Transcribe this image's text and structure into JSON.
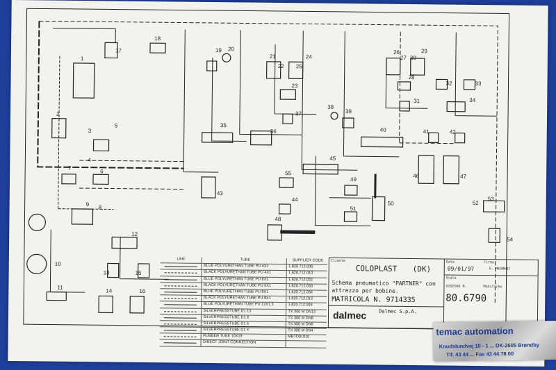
{
  "tube_table": {
    "headers": [
      "LINE",
      "TUBE",
      "SUPPLIER CODE"
    ],
    "rows": [
      {
        "tube": "BLUE POLYURETHAN TUBE PU 4X1",
        "code": "1.820.712.030"
      },
      {
        "tube": "BLACK POLYURETHAN TUBE PU 4X1",
        "code": "1.820.712.010"
      },
      {
        "tube": "BLUE POLYURETHAN TUBE PU 6X1",
        "code": "1.820.712.032"
      },
      {
        "tube": "BLACK POLYURETHAN TUBE PU 6X1",
        "code": "1.820.712.033"
      },
      {
        "tube": "BLUE POLYURETHAN TUBE PU 8X1",
        "code": "1.820.712.034"
      },
      {
        "tube": "BLACK POLYURETHAN TUBE PU 8X1",
        "code": "1.820.712.013"
      },
      {
        "tube": "BLUE POLYURETHAN TUBE PU 12X1,5",
        "code": "1.820.712.034"
      },
      {
        "tube": "SILVERPRESSTUBE D1 13",
        "code": "TX 300 M DN13"
      },
      {
        "tube": "SILVERPRESSTUBE D1 8",
        "code": "TX 300 M DN8"
      },
      {
        "tube": "SILVERPRESSTUBE D1 6",
        "code": "TX 300 M DN6"
      },
      {
        "tube": "SILVERPRESSTUBE D1 4",
        "code": "TX 300 M DN4"
      },
      {
        "tube": "RUBBER TUBE 10X19",
        "code": "MBTO01910"
      },
      {
        "tube": "DIRECT JOINT CONNECTION",
        "code": ""
      }
    ]
  },
  "title_block": {
    "cliente_label": "Cliente",
    "client": "COLOPLAST",
    "country": "(DK)",
    "description": "Schema pneumatico \"PARTNER\" con attrezzo per bobine.",
    "matricola": "MATRICOLA N. 9714335",
    "data_label": "Data",
    "date": "09/01/97",
    "firma_label": "Firma",
    "signature": "G. MAGNANI",
    "scala_label": "Scala",
    "disegno_label": "DISEGNO N.",
    "drawing_number": "80.6790",
    "modifiche_label": "Modifiche",
    "company": "Dalmec S.p.A.",
    "logo_text": "dalmec"
  },
  "sticker": {
    "brand": "temac automation",
    "address": "Knudslundvej 10 - 1 ... DK-2605 Brøndby",
    "phone": "Tlf. 43 44 ... Fax 43 44 78 00"
  },
  "component_numbers": [
    "1",
    "2",
    "3",
    "4",
    "5",
    "6",
    "7",
    "8",
    "9",
    "10",
    "11",
    "12",
    "13",
    "14",
    "15",
    "16",
    "17",
    "18",
    "19",
    "20",
    "21",
    "22",
    "23",
    "24",
    "25",
    "26",
    "27",
    "28",
    "29",
    "30",
    "31",
    "32",
    "33",
    "34",
    "35",
    "36",
    "37",
    "38",
    "39",
    "40",
    "41",
    "42",
    "43",
    "44",
    "45",
    "46",
    "47",
    "48",
    "49",
    "50",
    "51",
    "52",
    "53",
    "54",
    "55"
  ],
  "colors": {
    "background": "#1e3f9a",
    "paper": "#f2f2ee",
    "ink": "#222222",
    "sticker_text": "#1d3a8c"
  }
}
